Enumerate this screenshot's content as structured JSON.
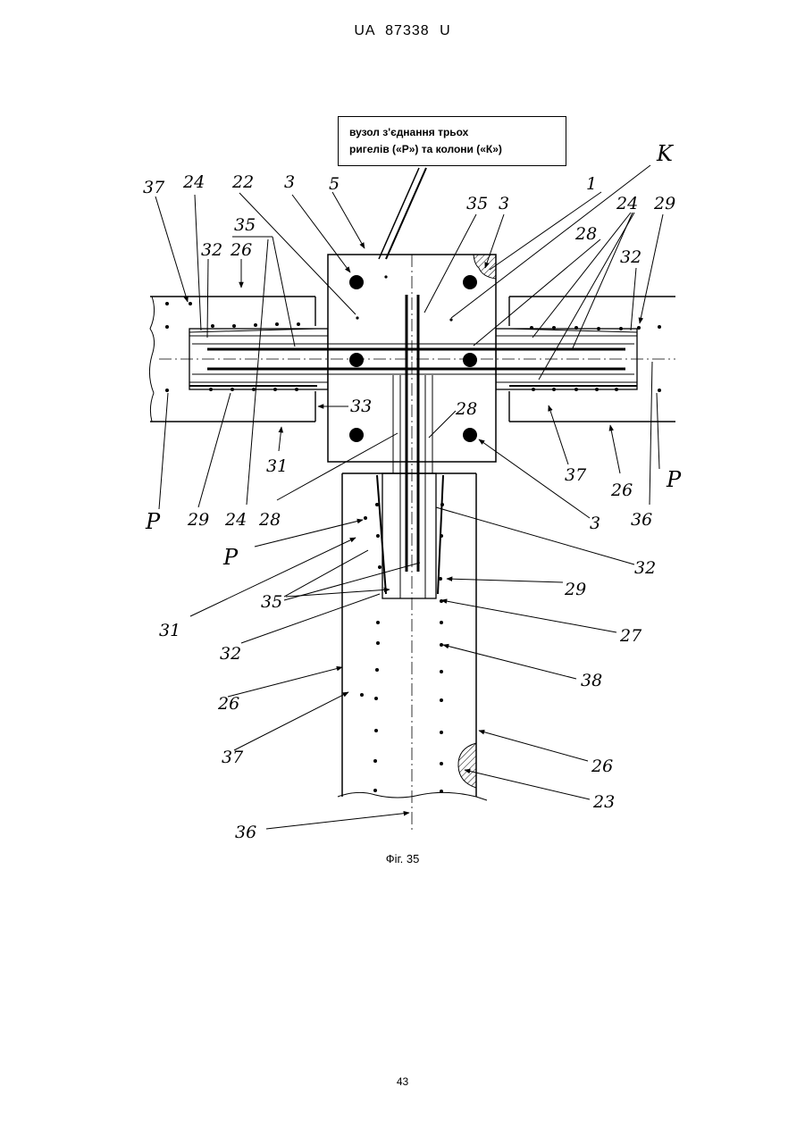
{
  "document": {
    "header": "UA 87338 U",
    "figure_caption": "Фіг. 35",
    "page_number": "43"
  },
  "callout": {
    "line1": "вузол з'єднання трьох",
    "line2": "ригелів («Р») та колони («К»)"
  },
  "labels": {
    "37": "37",
    "24": "24",
    "22": "22",
    "3": "3",
    "5": "5",
    "35": "35",
    "26": "26",
    "32": "32",
    "1": "1",
    "K": "K",
    "28": "28",
    "29": "29",
    "33": "33",
    "31": "31",
    "P": "P",
    "36": "36",
    "27": "27",
    "38": "38",
    "23": "23"
  }
}
